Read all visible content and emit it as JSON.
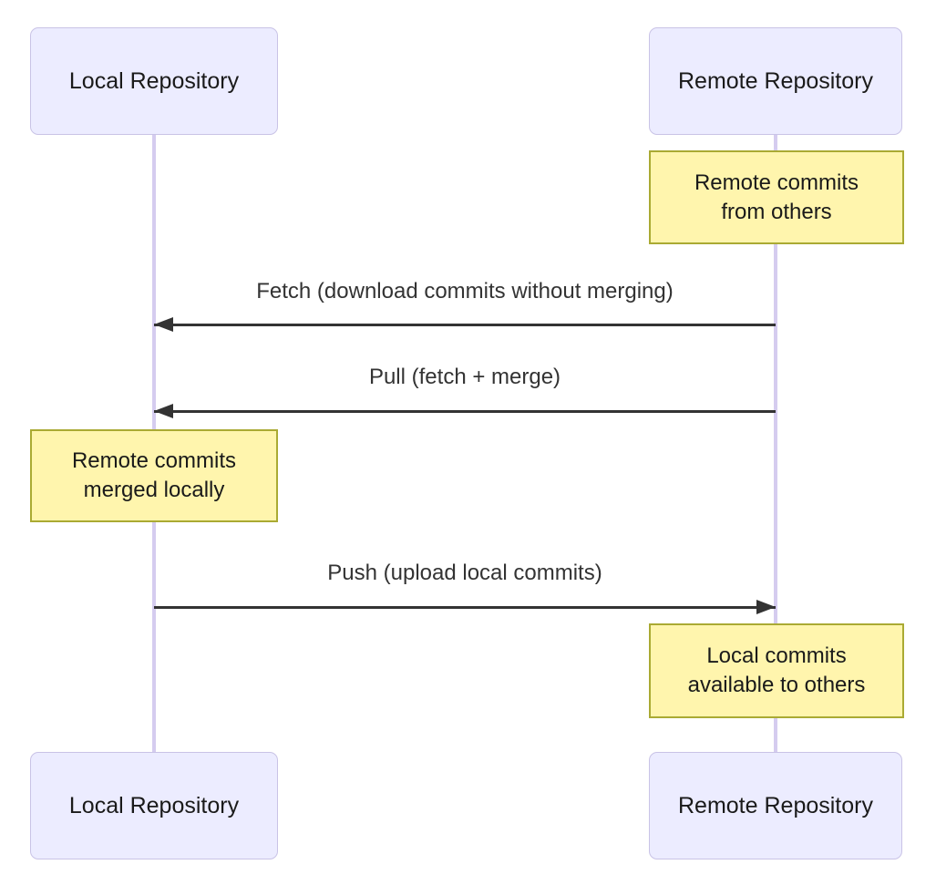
{
  "actors": {
    "local": {
      "label": "Local Repository"
    },
    "remote": {
      "label": "Remote Repository"
    }
  },
  "messages": [
    {
      "label": "Fetch (download commits without merging)",
      "from": "remote",
      "to": "local"
    },
    {
      "label": "Pull (fetch + merge)",
      "from": "remote",
      "to": "local"
    },
    {
      "label": "Push (upload local commits)",
      "from": "local",
      "to": "remote"
    }
  ],
  "notes": [
    {
      "over": "remote",
      "lines": [
        "Remote commits",
        "from others"
      ]
    },
    {
      "over": "local",
      "lines": [
        "Remote commits",
        "merged locally"
      ]
    },
    {
      "over": "remote",
      "lines": [
        "Local commits",
        "available to others"
      ]
    }
  ],
  "colors": {
    "background": "#FFFFFF",
    "actor_fill": "#ECECFF",
    "actor_border": "#C9C3E6",
    "lifeline": "#D5CCEF",
    "note_fill": "#FFF5AD",
    "note_border": "#AAAA33",
    "arrow": "#333333",
    "message_text": "#333333",
    "actor_text": "#1A1A1A"
  }
}
